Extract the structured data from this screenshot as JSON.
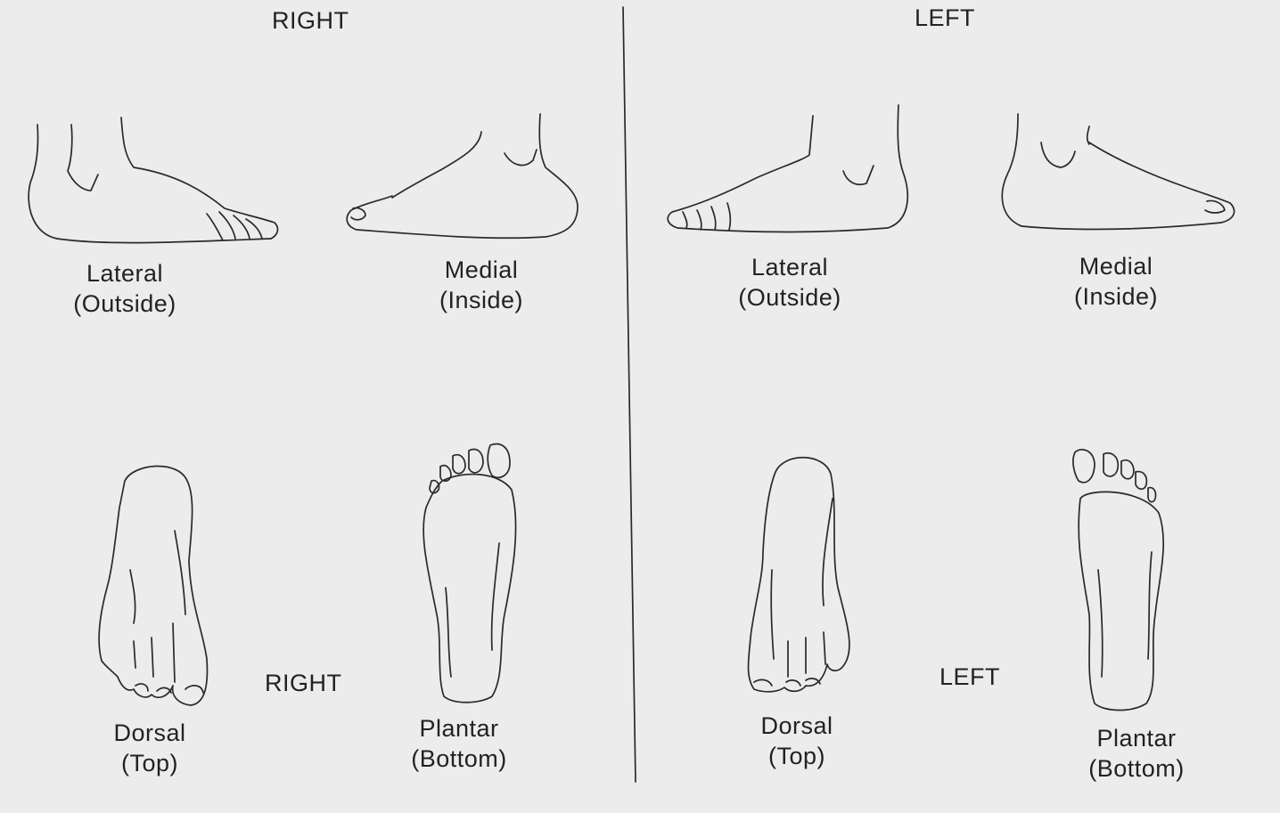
{
  "sides": {
    "right": {
      "top_heading": "RIGHT",
      "bottom_heading": "RIGHT"
    },
    "left": {
      "top_heading": "LEFT",
      "bottom_heading": "LEFT"
    }
  },
  "views": {
    "right": {
      "lateral": {
        "name": "Lateral",
        "sub": "(Outside)"
      },
      "medial": {
        "name": "Medial",
        "sub": "(Inside)"
      },
      "dorsal": {
        "name": "Dorsal",
        "sub": "(Top)"
      },
      "plantar": {
        "name": "Plantar",
        "sub": "(Bottom)"
      }
    },
    "left": {
      "lateral": {
        "name": "Lateral",
        "sub": "(Outside)"
      },
      "medial": {
        "name": "Medial",
        "sub": "(Inside)"
      },
      "dorsal": {
        "name": "Dorsal",
        "sub": "(Top)"
      },
      "plantar": {
        "name": "Plantar",
        "sub": "(Bottom)"
      }
    }
  },
  "colors": {
    "paper": "#ececec",
    "ink": "#222222"
  }
}
